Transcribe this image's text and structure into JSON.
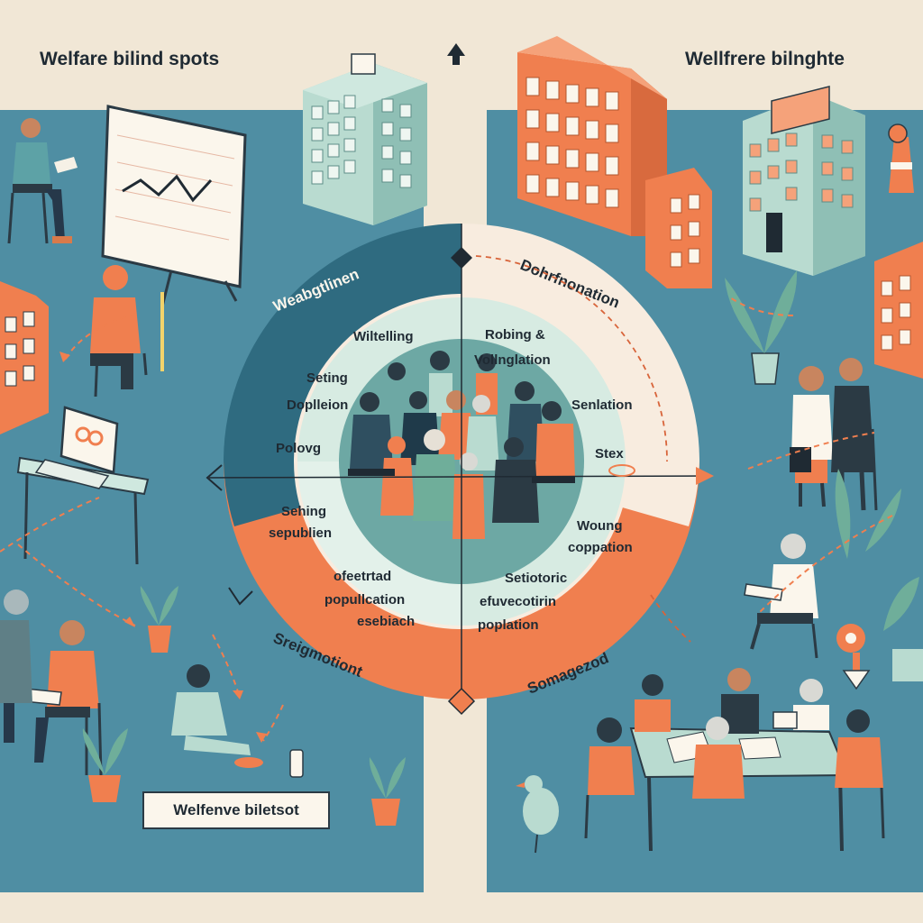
{
  "headers": {
    "left_title": "Welfare bilind spots",
    "right_title": "Wellfrere bilnghte"
  },
  "ring": {
    "top_left": "Weabgtlinen",
    "top_right": "Dohrfnonation",
    "bottom_left": "Sreigmotiont",
    "bottom_right": "Somagezod"
  },
  "inner_labels": {
    "q1_top": "Wiltelling",
    "q1_a": "Seting",
    "q1_b": "Doplleion",
    "q1_c": "Polovg",
    "q2_top_a": "Robing &",
    "q2_top_b": "Vollnglation",
    "q2_a": "Senlation",
    "q2_b": "Stex",
    "q3_a": "Sehing",
    "q3_b": "sepublien",
    "q3_c": "ofeetrtad",
    "q3_d": "popullcation",
    "q3_e": "esebiach",
    "q4_a": "Woung",
    "q4_b": "coppation",
    "q4_c": "Setiotoric",
    "q4_d": "efuvecotirin",
    "q4_e": "poplation"
  },
  "caption": "Welfenve biletsot",
  "colors": {
    "panel_blue": "#4f8ea3",
    "background": "#f1e7d6",
    "accent_orange": "#f07f4f",
    "ring_dark": "#2f6b80",
    "ring_light": "#f8ecdf",
    "inner_teal": "#d7ebe2",
    "center_teal": "#6da8a4"
  },
  "icons": [
    "up-arrow-icon",
    "diamond-node-icon",
    "arrowhead-left-icon",
    "arrowhead-right-icon",
    "traffic-cone-icon",
    "down-arrow-icon",
    "bird-icon",
    "potted-plant-icon"
  ]
}
